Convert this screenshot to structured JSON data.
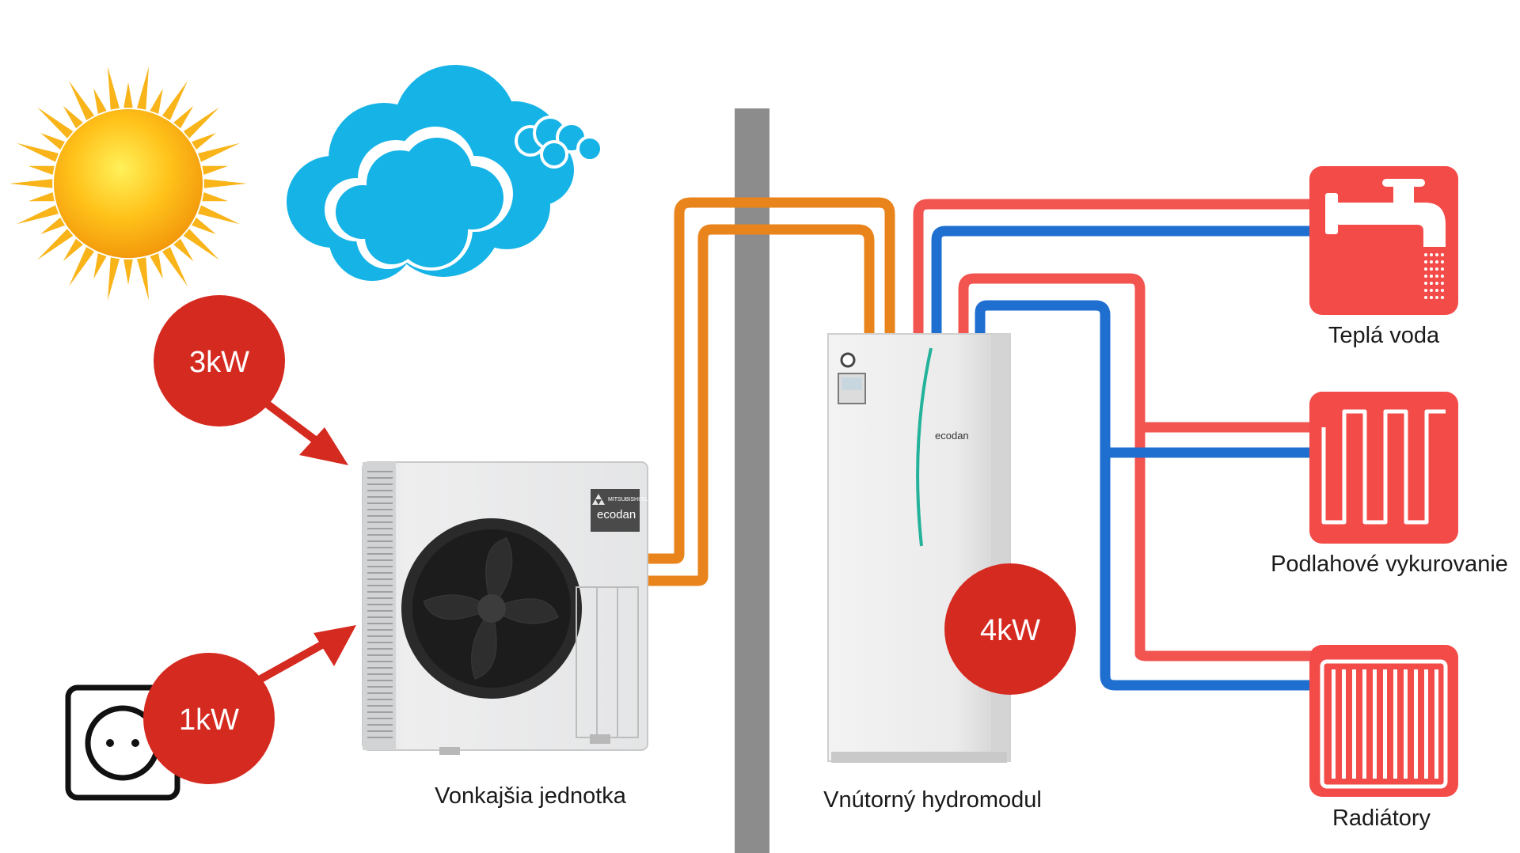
{
  "labels": {
    "outdoor_unit": "Vonkajšia jednotka",
    "indoor_unit": "Vnútorný hydromodul",
    "hot_water": "Teplá voda",
    "floor_heating": "Podlahové vykurovanie",
    "radiators": "Radiátory"
  },
  "power": {
    "ambient": "3kW",
    "electric": "1kW",
    "output": "4kW"
  },
  "branding": {
    "outdoor_maker": "MITSUBISHI ELECTRIC",
    "outdoor_product": "ecodan",
    "indoor_product": "ecodan"
  },
  "icons": {
    "sun": "sun-icon",
    "cloud": "cloud-icon",
    "socket": "power-socket-icon",
    "tap": "water-tap-icon",
    "floor": "floor-heating-icon",
    "radiator": "radiator-icon"
  },
  "colors": {
    "bubble_red": "#d52a20",
    "refrigerant_orange": "#e9841c",
    "hot_red": "#f25450",
    "cold_blue": "#1f6fd1",
    "icon_red": "#f34b48",
    "wall_gray": "#8c8c8c",
    "cloud_blue": "#15b3e6"
  }
}
